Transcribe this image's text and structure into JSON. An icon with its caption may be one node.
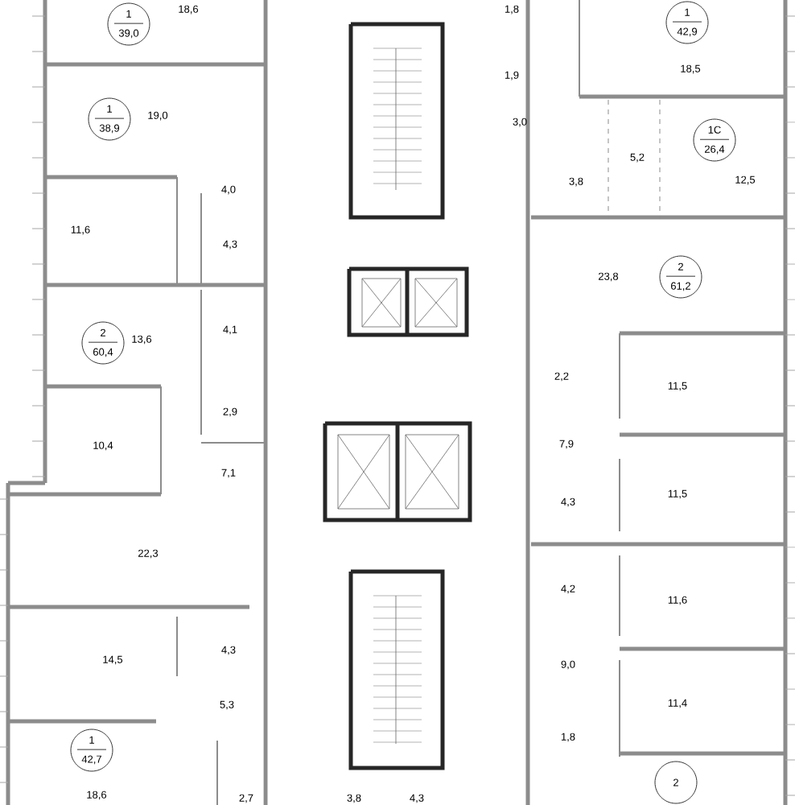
{
  "diagram": {
    "nodes": [
      {
        "text": [
          "1",
          "39,0"
        ]
      },
      {
        "text": [
          "1",
          "42,9"
        ]
      },
      {
        "text": [
          "1",
          "38,9"
        ]
      },
      {
        "text": [
          "1C",
          "26,4"
        ]
      },
      {
        "text": [
          "2",
          "61,2"
        ]
      },
      {
        "text": [
          "2",
          "60,4"
        ]
      },
      {
        "text": [
          "1",
          "42,7"
        ]
      },
      {
        "text": [
          "2"
        ]
      }
    ],
    "labels": [
      "18,6",
      "1,8",
      "19,0",
      "1,9",
      "18,5",
      "3,0",
      "5,2",
      "12,5",
      "3,8",
      "4,0",
      "11,6",
      "4,3",
      "23,8",
      "4,1",
      "13,6",
      "2,2",
      "11,5",
      "2,9",
      "10,4",
      "7,1",
      "7,9",
      "11,5",
      "4,3",
      "22,3",
      "4,2",
      "11,6",
      "14,5",
      "4,3",
      "9,0",
      "11,4",
      "5,3",
      "1,8",
      "18,6",
      "2,7",
      "3,8",
      "4,3"
    ]
  }
}
